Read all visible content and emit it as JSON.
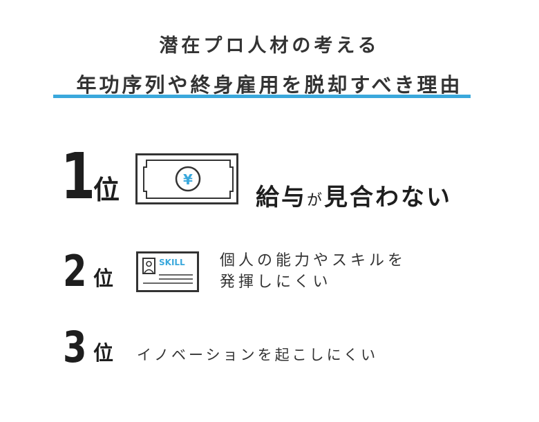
{
  "header": {
    "line1": "潜在プロ人材の考える",
    "line2": "年功序列や終身雇用を脱却すべき理由",
    "accent_color": "#3aa8dc"
  },
  "ranking": [
    {
      "number": "1",
      "unit": "位",
      "icon": "banknote-yen-icon",
      "yen_symbol": "¥",
      "reason_part1": "給与",
      "reason_part2": "が",
      "reason_part3": "見合わない"
    },
    {
      "number": "2",
      "unit": "位",
      "icon": "skill-card-icon",
      "card_label": "SKILL",
      "reason_line1": "個人の能力やスキルを",
      "reason_line2": "発揮しにくい"
    },
    {
      "number": "3",
      "unit": "位",
      "reason": "イノベーションを起こしにくい"
    }
  ]
}
